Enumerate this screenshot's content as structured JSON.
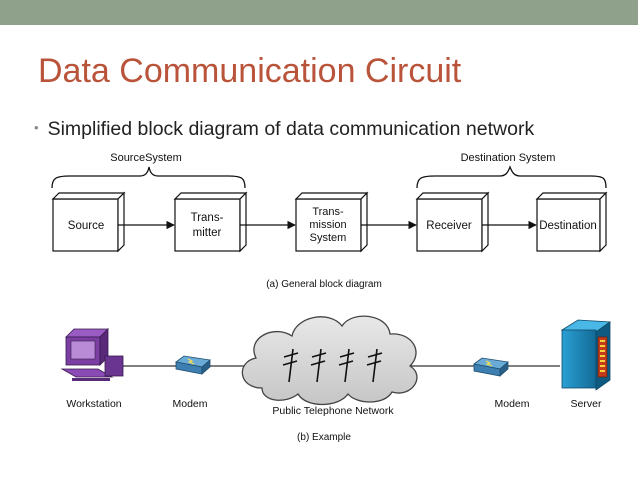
{
  "slide": {
    "title": "Data Communication Circuit",
    "bullet": "Simplified block diagram of data communication network"
  },
  "block_diagram": {
    "source_group_label": "SourceSystem",
    "destination_group_label": "Destination System",
    "blocks": {
      "source": [
        "Source"
      ],
      "transmitter": [
        "Trans-",
        "mitter"
      ],
      "transmission_system": [
        "Trans-",
        "mission",
        "System"
      ],
      "receiver": [
        "Receiver"
      ],
      "destination": [
        "Destination"
      ]
    },
    "caption": "(a) General block diagram"
  },
  "example": {
    "workstation_label": "Workstation",
    "modem_left_label": "Modem",
    "network_label": "Public Telephone Network",
    "modem_right_label": "Modem",
    "server_label": "Server",
    "caption": "(b) Example"
  },
  "colors": {
    "top_bar": "#8fa18a",
    "title": "#b9543a",
    "workstation": "#7a3fa0",
    "server": "#1b86b8",
    "modem": "#4a90c0"
  }
}
